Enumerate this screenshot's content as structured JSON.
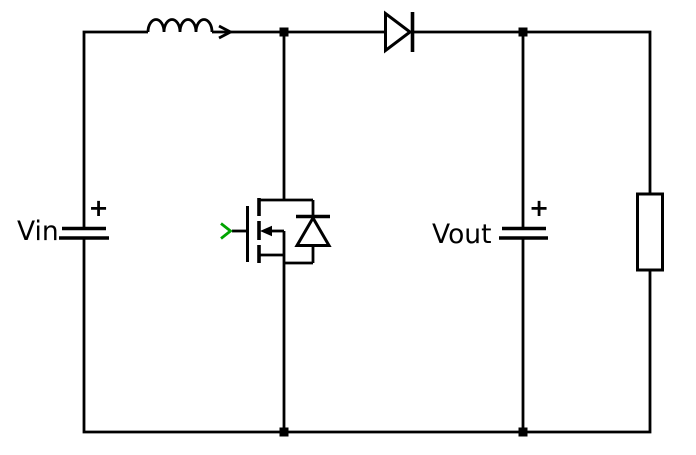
{
  "schematic": {
    "kind": "circuit-schematic-boost-converter",
    "background_color": "#ffffff",
    "wire_color": "#000000",
    "gate_marker_color": "#00a400",
    "labels": {
      "vin_label": "Vin",
      "vout_label": "Vout",
      "vin_polarity": "+",
      "vout_polarity": "+"
    },
    "components": [
      {
        "name": "inductor",
        "symbol": "coil-4-humps-with-right-arrow"
      },
      {
        "name": "diode",
        "symbol": "triangle-right-with-cathode-bar"
      },
      {
        "name": "n-channel-mosfet",
        "symbol": "gate-bar-three-channel-segments-left-arrow"
      },
      {
        "name": "body-diode",
        "symbol": "triangle-up-with-cathode-bar"
      },
      {
        "name": "input-capacitor",
        "label": "Vin",
        "polarity": "+"
      },
      {
        "name": "output-capacitor",
        "label": "Vout",
        "polarity": "+"
      },
      {
        "name": "load-resistor",
        "symbol": "rectangle-box"
      },
      {
        "name": "junction-dots",
        "count": 4
      }
    ]
  }
}
